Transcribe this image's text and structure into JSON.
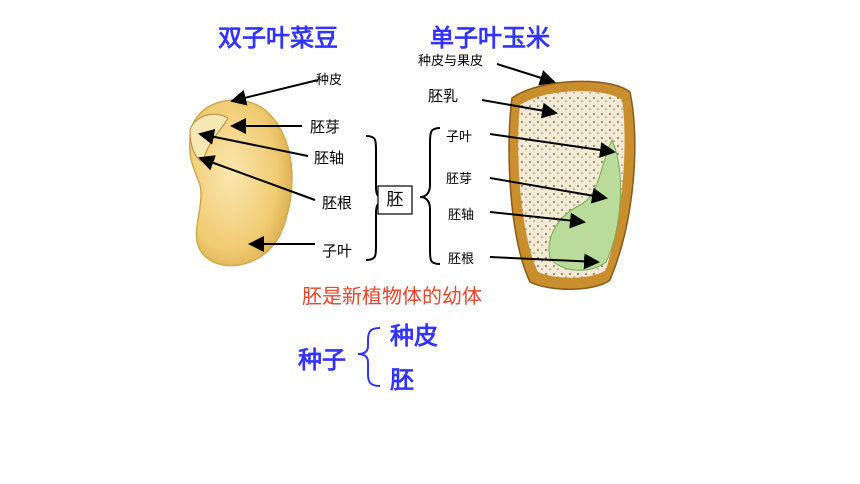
{
  "titles": {
    "bean": "双子叶菜豆",
    "corn": "单子叶玉米"
  },
  "bean_labels": {
    "seed_coat": "种皮",
    "plumule": "胚芽",
    "hypocotyl": "胚轴",
    "radicle": "胚根",
    "cotyledon": "子叶"
  },
  "embryo_box": "胚",
  "corn_labels": {
    "seed_coat_pericarp": "种皮与果皮",
    "endosperm": "胚乳",
    "cotyledon": "子叶",
    "plumule": "胚芽",
    "hypocotyl": "胚轴",
    "radicle": "胚根"
  },
  "note": "胚是新植物体的幼体",
  "summary": {
    "seed": "种子",
    "seed_coat": "种皮",
    "embryo": "胚"
  },
  "colors": {
    "title": "#3333ff",
    "note": "#e8452a",
    "bean": "#f2cf7a",
    "corn_outer": "#c98e2e",
    "corn_embryo": "#b9dc9a"
  }
}
